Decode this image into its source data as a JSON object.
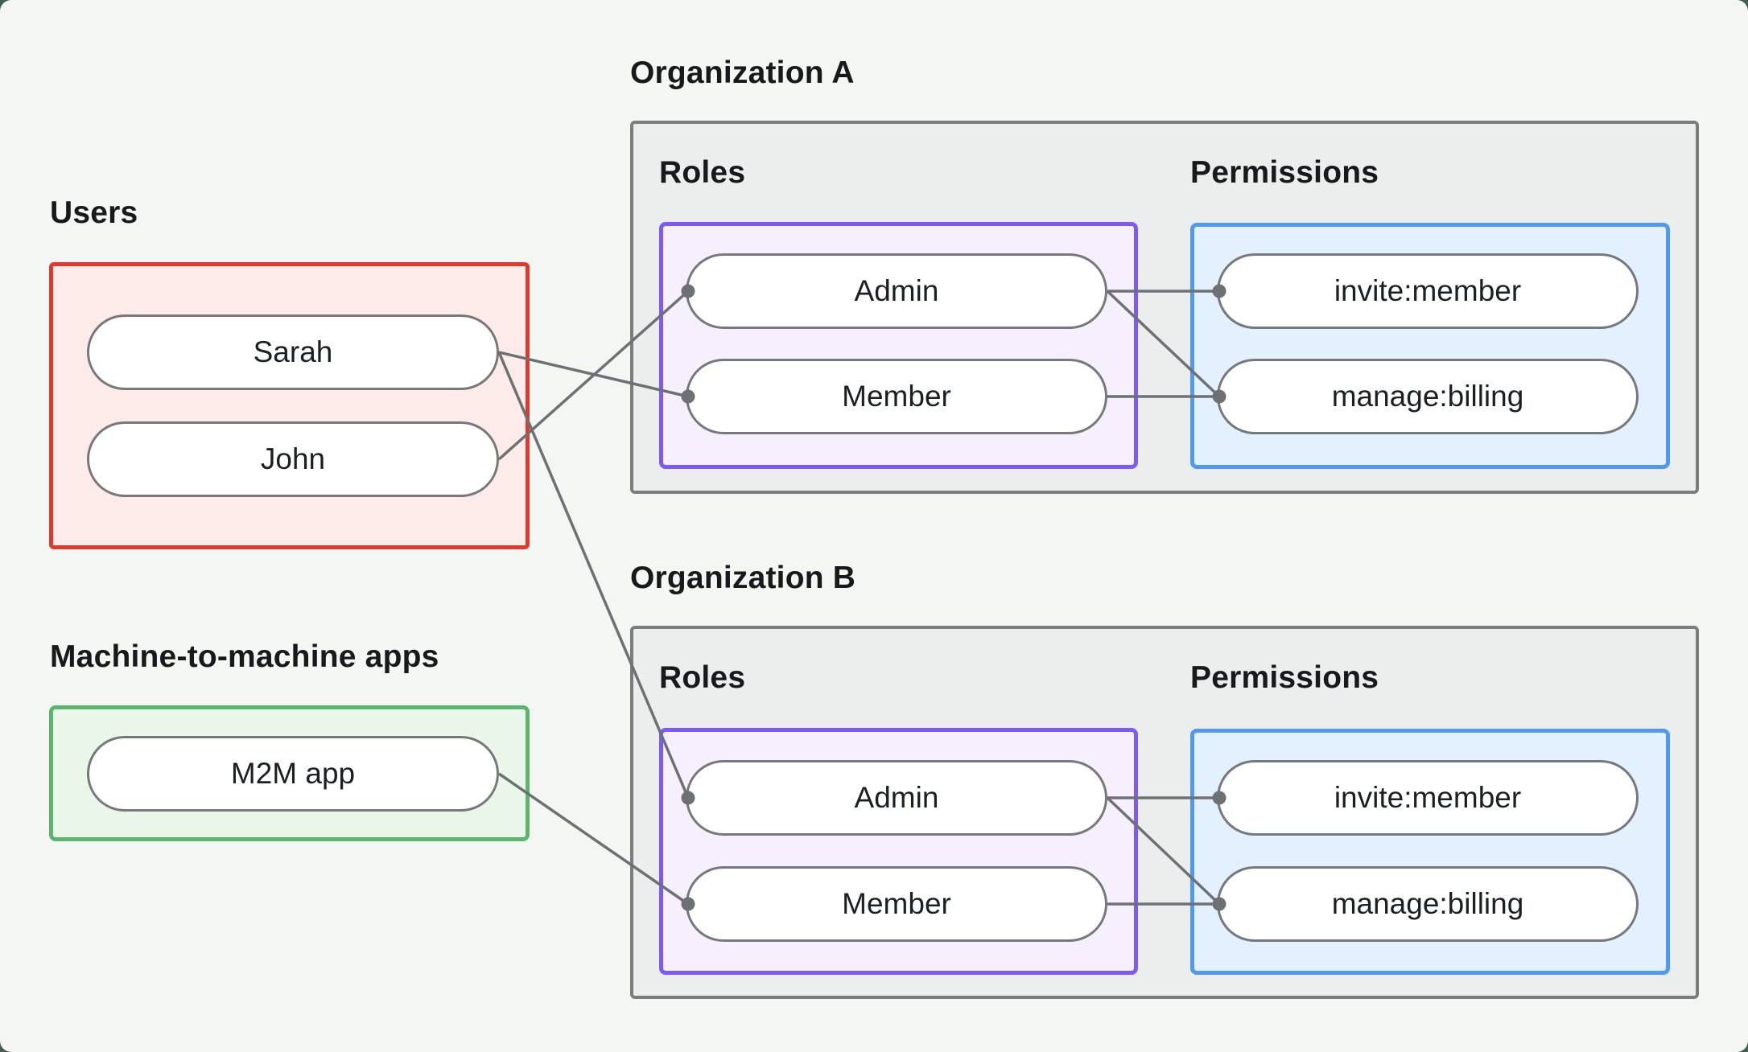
{
  "sections": {
    "users": {
      "title": "Users",
      "nodes": [
        "Sarah",
        "John"
      ]
    },
    "m2m": {
      "title": "Machine-to-machine apps",
      "nodes": [
        "M2M app"
      ]
    }
  },
  "organizations": [
    {
      "title": "Organization A",
      "roles_label": "Roles",
      "permissions_label": "Permissions",
      "roles": [
        "Admin",
        "Member"
      ],
      "permissions": [
        "invite:member",
        "manage:billing"
      ]
    },
    {
      "title": "Organization B",
      "roles_label": "Roles",
      "permissions_label": "Permissions",
      "roles": [
        "Admin",
        "Member"
      ],
      "permissions": [
        "invite:member",
        "manage:billing"
      ]
    }
  ],
  "connections": [
    "Sarah -> Organization A : Member",
    "John -> Organization A : Admin",
    "Sarah -> Organization B : Admin",
    "M2M app -> Organization B : Member",
    "Organization A Admin -> invite:member",
    "Organization A Admin -> manage:billing",
    "Organization A Member -> manage:billing",
    "Organization B Admin -> invite:member",
    "Organization B Admin -> manage:billing",
    "Organization B Member -> manage:billing"
  ],
  "colors": {
    "page_background": "#f4f6f3",
    "outer_background": "#41604d",
    "users_border": "#e03a2c",
    "users_fill": "#fcebe8",
    "m2m_border": "#5cb56a",
    "m2m_fill": "#e9f6e9",
    "org_border": "#797d7b",
    "org_fill": "#ebeeec",
    "roles_border": "#7b5af9",
    "roles_fill": "#f5effe",
    "permissions_border": "#4f99f5",
    "permissions_fill": "#e3f0fd",
    "node_border": "#75797b",
    "wire": "#6d7173"
  }
}
